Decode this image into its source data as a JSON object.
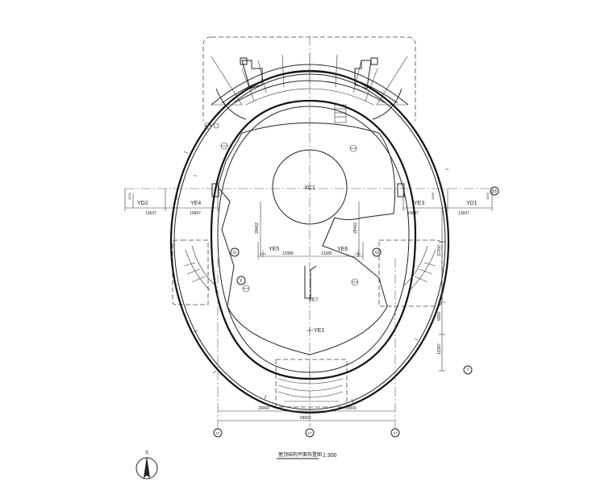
{
  "plan": {
    "space_labels": {
      "xc1": "XC1",
      "ye1": "YE1",
      "ye3": "YE3",
      "ye4": "YE4",
      "ye5": "YE5",
      "ye6": "YE6",
      "ye7": "YE7",
      "yd1": "YD1",
      "yd2": "YD2"
    },
    "dimensions": {
      "left_13697": "13697",
      "left_10847": "10847",
      "right_10847": "10847",
      "right_13697": "13697",
      "mid_left_13385": "13385",
      "mid_right_13385": "13385",
      "vert_left_28462": "28462",
      "vert_right_28462": "28462",
      "right_37200": "37200",
      "right_9000": "9000",
      "right_12387": "12387",
      "bottom_29000_left": "29000",
      "bottom_29000_right": "29000",
      "bottom_58000": "58000",
      "left_4323": "4323",
      "left_4158": "4158",
      "right_4323": "4323",
      "right_4158": "4158"
    },
    "grid_bubbles": {
      "right_top": "18",
      "left_mid": "G",
      "right_mid": "G",
      "left_f": "F",
      "right_bottom": "7",
      "bottom_left": "17",
      "bottom_mid": "17",
      "bottom_right": "17"
    },
    "title": {
      "name": "屋顶结构平面布置图",
      "scale": "1:300"
    },
    "north_label": "北"
  }
}
